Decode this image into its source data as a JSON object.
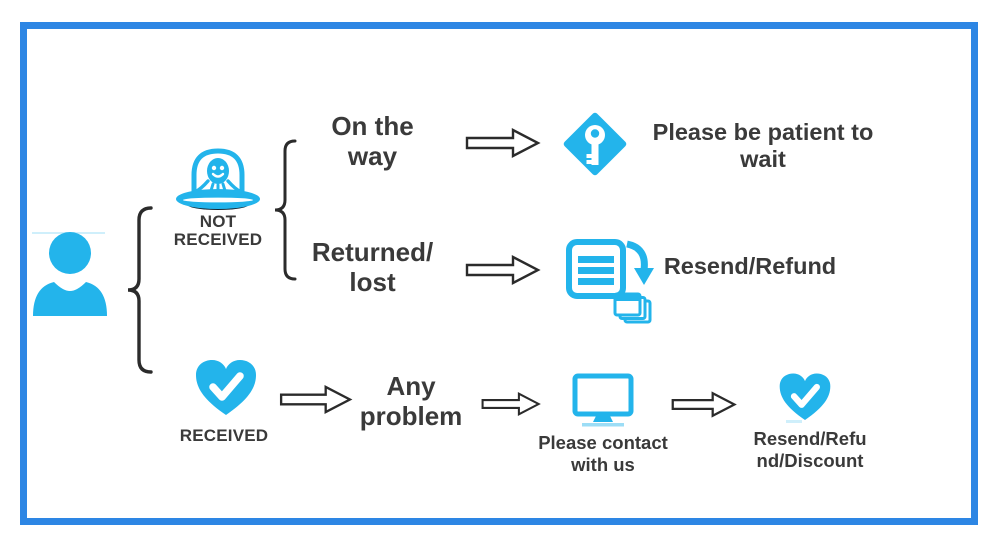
{
  "colors": {
    "accent": "#23b4eb",
    "border": "#2d86e4",
    "text": "#3a3a3a",
    "outline": "#2b2b2b",
    "saucer_dark": "#142530"
  },
  "customer": {
    "icon": "person-icon"
  },
  "not_received": {
    "label": {
      "line1": "NOT",
      "line2": "RECEIVED"
    },
    "icon": "ufo-alien-icon",
    "branch_on_the_way": {
      "condition": {
        "line1": "On the",
        "line2": "way"
      },
      "icon": "key-diamond-icon",
      "result": {
        "line1": "Please be patient to",
        "line2": "wait"
      }
    },
    "branch_returned_lost": {
      "condition": {
        "line1": "Returned/",
        "line2": "lost"
      },
      "icon": "resend-documents-icon",
      "result": "Resend/Refund"
    }
  },
  "received": {
    "label": "RECEIVED",
    "icon": "heart-check-icon",
    "condition": {
      "line1": "Any",
      "line2": "problem"
    },
    "contact_icon": "monitor-icon",
    "contact": {
      "line1": "Please contact",
      "line2": "with us"
    },
    "final_icon": "heart-check-icon",
    "result": {
      "line1": "Resend/Refu",
      "line2": "nd/Discount"
    }
  }
}
